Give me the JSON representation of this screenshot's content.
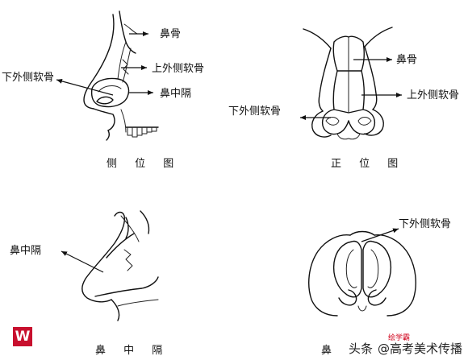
{
  "panels": {
    "side_view": {
      "caption": "侧 位 图",
      "labels": {
        "nasal_bone": "鼻骨",
        "upper_lateral_cartilage": "上外侧软骨",
        "lower_lateral_cartilage": "下外侧软骨",
        "septum": "鼻中隔"
      }
    },
    "front_view": {
      "caption": "正 位 图",
      "labels": {
        "nasal_bone": "鼻骨",
        "upper_lateral_cartilage": "上外侧软骨",
        "lower_lateral_cartilage": "下外侧软骨"
      }
    },
    "septum_view": {
      "caption": "鼻 中 隔",
      "labels": {
        "septum": "鼻中隔"
      }
    },
    "base_view": {
      "caption": "鼻",
      "labels": {
        "lower_lateral_cartilage": "下外侧软骨"
      }
    }
  },
  "watermark": {
    "logo_letter": "W",
    "prefix": "头条",
    "source": "@高考美术传播",
    "red_text": "绘学霸"
  }
}
